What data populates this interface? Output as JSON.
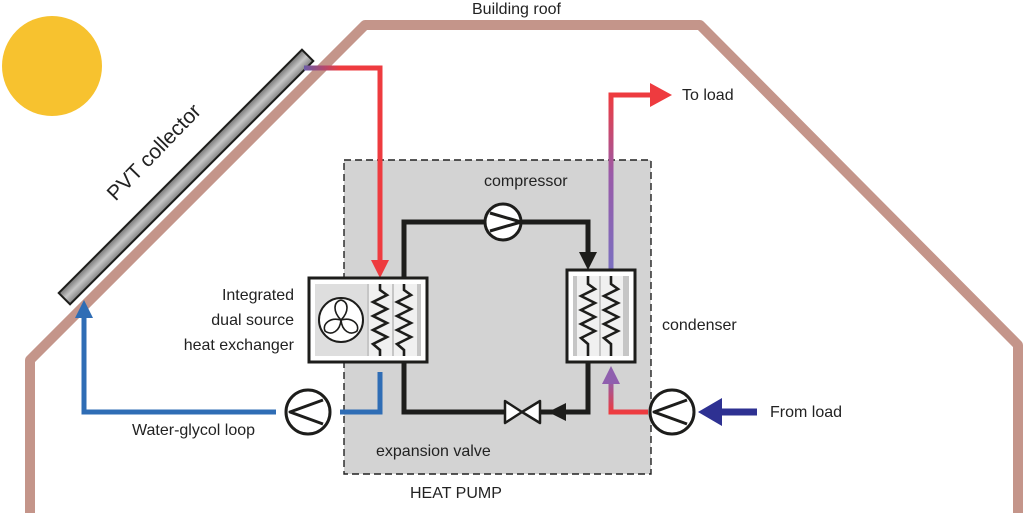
{
  "labels": {
    "building_roof": "Building roof",
    "pvt_collector": "PVT collector",
    "compressor": "compressor",
    "to_load": "To load",
    "integrated_line1": "Integrated",
    "integrated_line2": "dual source",
    "integrated_line3": "heat exchanger",
    "condenser": "condenser",
    "from_load": "From load",
    "water_glycol_loop": "Water-glycol loop",
    "expansion_valve": "expansion valve",
    "heat_pump": "HEAT PUMP"
  },
  "colors": {
    "roof": "#c4958a",
    "sun": "#f7c22f",
    "hot_red": "#ee3b3f",
    "cold_blue": "#2f6db5",
    "dark_blue": "#2e3192",
    "purple": "#7e5aa6",
    "refrigerant": "#1d1d1b",
    "heat_pump_fill": "#d3d3d3",
    "panel_gray": "#9d9d9d"
  }
}
